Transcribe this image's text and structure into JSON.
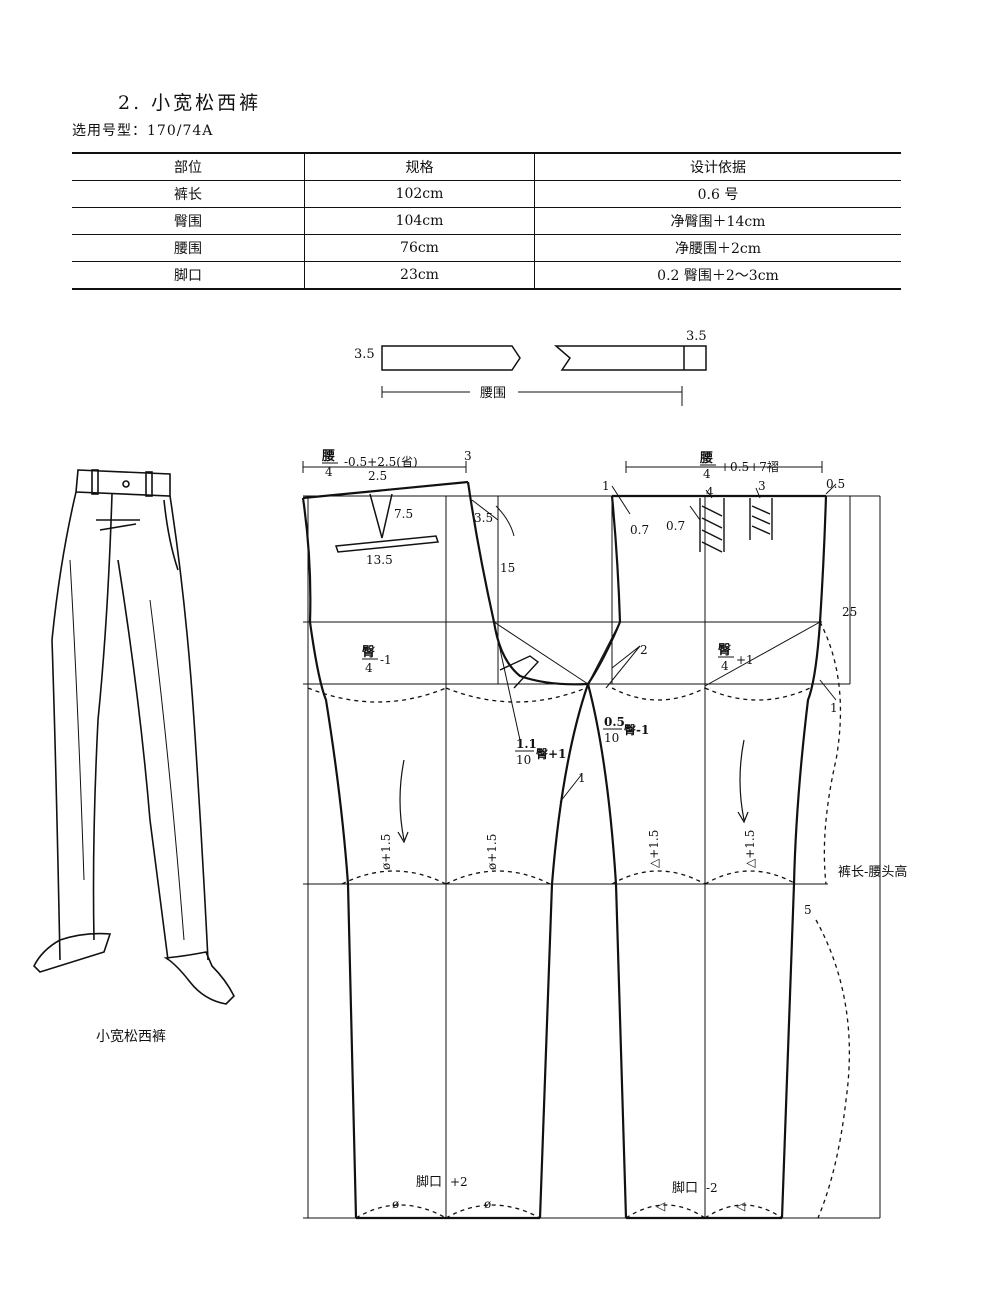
{
  "heading": "2. 小宽松西裤",
  "size_label": "选用号型：170/74A",
  "table": {
    "headers": [
      "部位",
      "规格",
      "设计依据"
    ],
    "rows": [
      [
        "裤长",
        "102cm",
        "0.6 号"
      ],
      [
        "臀围",
        "104cm",
        "净臀围＋14cm"
      ],
      [
        "腰围",
        "76cm",
        "净腰围＋2cm"
      ],
      [
        "脚口",
        "23cm",
        "0.2 臀围＋2～3cm"
      ]
    ]
  },
  "waistband": {
    "height": "3.5",
    "extension": "3.5",
    "length_label": "腰围"
  },
  "front": {
    "waist_formula_top": "腰",
    "waist_formula_bottom": "4",
    "waist_formula_rest": "-0.5+2.5(省)",
    "dart_width": "2.5",
    "dart_length": "7.5",
    "waist_rise": "3",
    "pocket_width": "13.5",
    "fly_offset": "3.5",
    "pocket_depth": "15",
    "hip_top": "臀",
    "hip_bottom": "4",
    "hip_rest": "-1",
    "crotch_top": "1.1",
    "crotch_bottom": "10",
    "crotch_rest": "臀+1",
    "inseam_offset": "1",
    "knee_label": "ø+1.5",
    "hem_label": "脚口",
    "hem_rest": "+2",
    "hem_mark": "ø"
  },
  "back": {
    "waist_formula_top": "腰",
    "waist_formula_bottom": "4",
    "waist_formula_rest": "+0.5+7褶",
    "side_offset": "1",
    "dart_depth_a": "0.7",
    "dart_depth_b": "0.7",
    "pleat_a": "4",
    "pleat_b": "3",
    "waist_extension": "0.5",
    "rise_height": "25",
    "hip_top": "臀",
    "hip_bottom": "4",
    "hip_rest": "+1",
    "side_drop": "1",
    "crotch_offset": "2",
    "crotch_top": "0.5",
    "crotch_bottom": "10",
    "crotch_rest": "臀-1",
    "knee_label": "△+1.5",
    "length_label": "裤长-腰头高",
    "knee_offset": "5",
    "hem_label": "脚口",
    "hem_rest": "-2",
    "hem_mark": "◁"
  },
  "figure_caption": "小宽松西裤"
}
